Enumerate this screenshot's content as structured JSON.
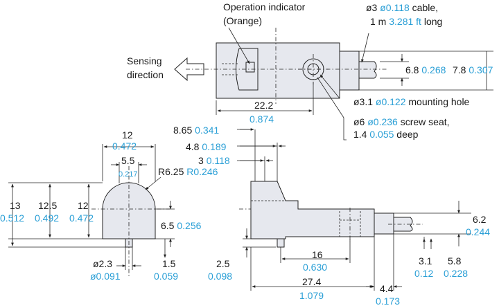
{
  "top": {
    "indicator_label": "Operation indicator",
    "indicator_color": "(Orange)",
    "sensing_1": "Sensing",
    "sensing_2": "direction",
    "cable_1_mm": "ø3",
    "cable_1_in": "ø0.118",
    "cable_1_tail": "cable,",
    "cable_2_mm": "1 m",
    "cable_2_in": "3.281",
    "cable_2_unit": "ft",
    "cable_2_tail": "long",
    "height_mm": "6.8",
    "height_in": "0.268",
    "height2_mm": "7.8",
    "height2_in": "0.307",
    "hole_mm": "ø3.1",
    "hole_in": "ø0.122",
    "hole_tail": "mounting hole",
    "seat_mm": "ø6",
    "seat_in": "ø0.236",
    "seat_tail": "screw seat,",
    "deep_mm": "1.4",
    "deep_in": "0.055",
    "deep_tail": "deep",
    "len_mm": "22.2",
    "len_in": "0.874"
  },
  "front": {
    "w12_mm": "12",
    "w12_in": "0.472",
    "w55_mm": "5.5",
    "w55_in": "0.217",
    "r_mm": "R6.25",
    "r_in": "R0.246",
    "h13_mm": "13",
    "h13_in": "0.512",
    "h125_mm": "12.5",
    "h125_in": "0.492",
    "h12_mm": "12",
    "h12_in": "0.472",
    "h65_mm": "6.5",
    "h65_in": "0.256",
    "d23_mm": "ø2.3",
    "d23_in": "ø0.091",
    "d15_mm": "1.5",
    "d15_in": "0.059"
  },
  "side": {
    "d865_mm": "8.65",
    "d865_in": "0.341",
    "d48_mm": "4.8",
    "d48_in": "0.189",
    "d3_mm": "3",
    "d3_in": "0.118",
    "d62_mm": "6.2",
    "d62_in": "0.244",
    "d25_mm": "2.5",
    "d25_in": "0.098",
    "d16_mm": "16",
    "d16_in": "0.630",
    "d31_mm": "3.1",
    "d31_in": "0.12",
    "d58_mm": "5.8",
    "d58_in": "0.228",
    "d274_mm": "27.4",
    "d274_in": "1.079",
    "d44_mm": "4.4",
    "d44_in": "0.173"
  },
  "colors": {
    "mm": "#1a1a1a",
    "inch": "#2a9fd6",
    "body": "#e6e8ee"
  }
}
